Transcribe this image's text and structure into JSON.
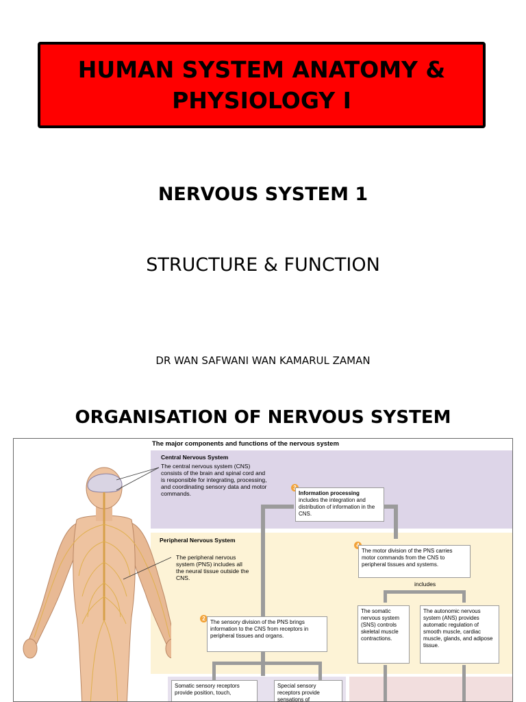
{
  "title": "HUMAN SYSTEM ANATOMY & PHYSIOLOGY I",
  "subtitle_1": "NERVOUS SYSTEM 1",
  "subtitle_2": "STRUCTURE & FUNCTION",
  "author": "DR WAN SAFWANI WAN KAMARUL ZAMAN",
  "section_heading": "ORGANISATION OF NERVOUS SYSTEM",
  "figure": {
    "caption": "The major components and functions of the nervous system",
    "cns_title": "Central Nervous System",
    "cns_text": "The central nervous system (CNS) consists of the brain and spinal cord and is responsible for integrating, processing, and coordinating sensory data and motor commands.",
    "pns_title": "Peripheral Nervous System",
    "pns_text": "The peripheral nervous system (PNS) includes all the neural tissue outside the CNS.",
    "step3_num": "3",
    "step3_title": "Information processing",
    "step3_text": "includes the integration and distribution of information in the CNS.",
    "step4_num": "4",
    "step4_text": "The motor division of the PNS carries motor commands from the CNS to peripheral tissues and systems.",
    "includes_label": "includes",
    "step2_num": "2",
    "step2_text": "The sensory division of the PNS brings information to the CNS from receptors in peripheral tissues and organs.",
    "somatic_text": "The somatic nervous system (SNS) controls skeletal muscle contractions.",
    "autonomic_text": "The autonomic nervous system (ANS) provides automatic regulation of smooth muscle, cardiac muscle, glands, and adipose tissue.",
    "somatic_sensory_text": "Somatic sensory receptors provide position, touch,",
    "special_sensory_text": "Special sensory receptors provide sensations of"
  },
  "colors": {
    "title_bg": "#ff0000",
    "cns_panel": "#ddd5e8",
    "pns_panel": "#fdf3d6",
    "step_circle": "#f2a33a",
    "arrow": "#9b9b9b"
  }
}
